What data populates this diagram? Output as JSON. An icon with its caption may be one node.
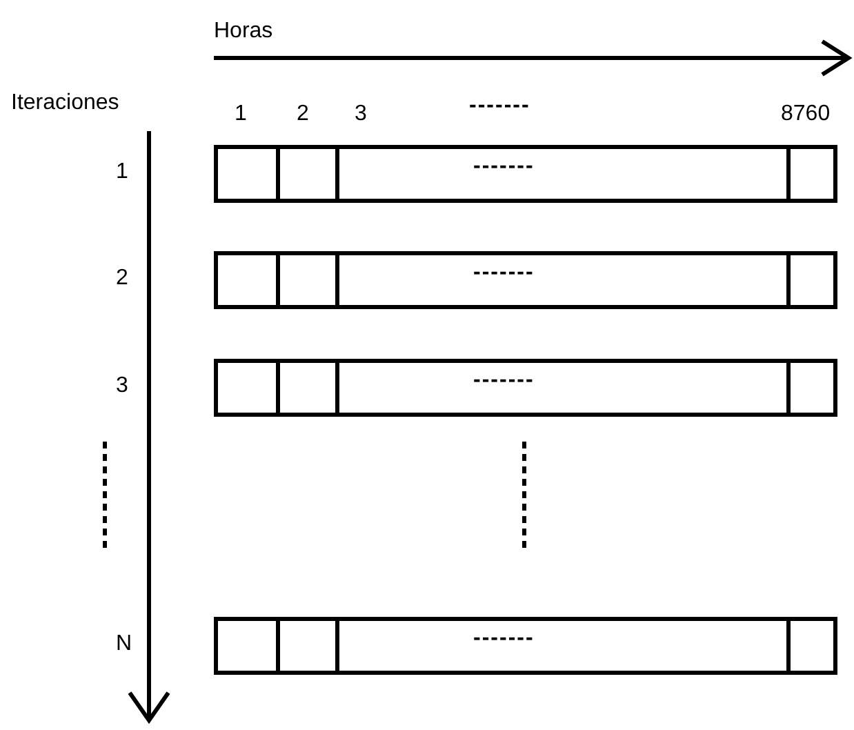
{
  "diagram": {
    "nodes": [
      {
        "text": [
          "-------"
        ],
        "beside": [
          "1"
        ]
      },
      {
        "text": [
          "-------"
        ],
        "beside": [
          "2"
        ]
      },
      {
        "text": [
          "-------"
        ],
        "beside": [
          "3"
        ]
      },
      {
        "text": [
          "-------"
        ],
        "beside": [
          "N"
        ]
      }
    ],
    "labels": [
      "Horas",
      "Iteraciones",
      "1",
      "2",
      "3",
      "-------",
      "8760"
    ]
  }
}
